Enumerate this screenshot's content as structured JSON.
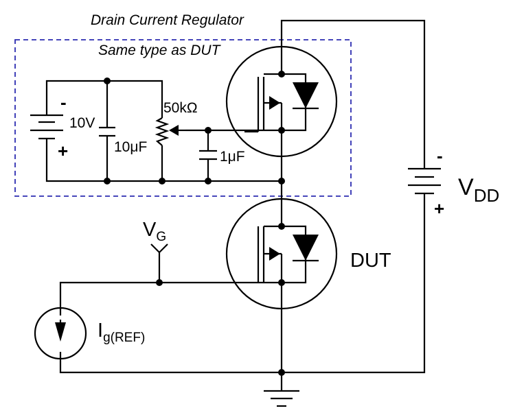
{
  "labels": {
    "title": "Drain Current Regulator",
    "box_label": "Same type as DUT",
    "battery_minus": "-",
    "battery_plus": "+",
    "battery_voltage": "10V",
    "pot_value": "50kΩ",
    "cap_big": "10μF",
    "cap_small": "1μF",
    "vg_main": "V",
    "vg_sub": "G",
    "dut": "DUT",
    "vdd_minus": "-",
    "vdd_plus": "+",
    "vdd_main": "V",
    "vdd_sub": "DD",
    "ig_main": "I",
    "ig_sub": "g(REF)"
  },
  "colors": {
    "box_dash": "#2b2bb0",
    "wire": "#000000"
  }
}
